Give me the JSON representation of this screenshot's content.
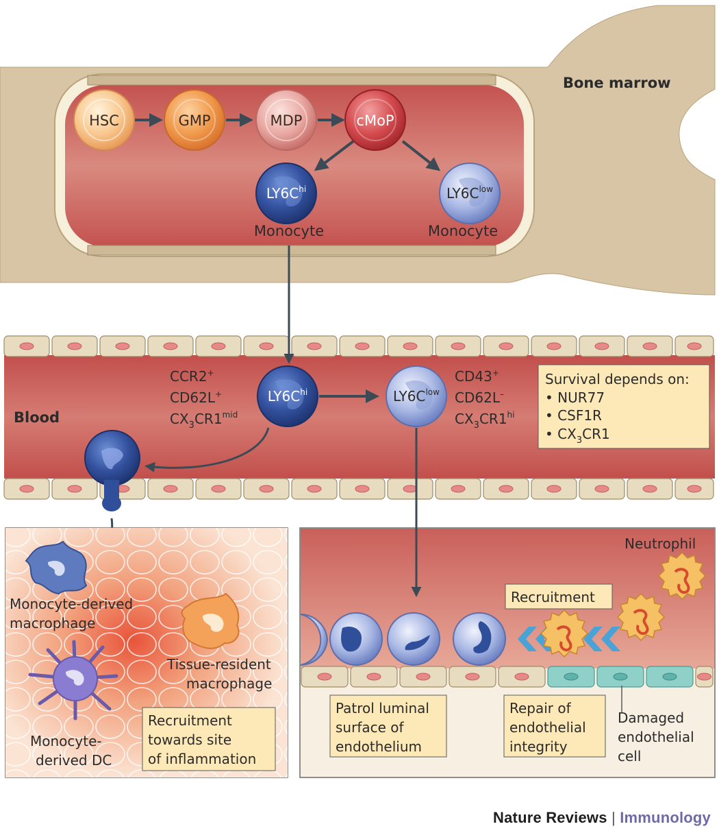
{
  "labels": {
    "bone_marrow": "Bone marrow",
    "blood": "Blood",
    "hsc": "HSC",
    "gmp": "GMP",
    "mdp": "MDP",
    "cmop": "cMoP",
    "ly6c": "LY6C",
    "hi": "hi",
    "low": "low",
    "monocyte": "Monocyte",
    "ccr2": "CCR2",
    "cd62l": "CD62L",
    "cx3cr1_a": "CX",
    "cx3cr1_b": "3",
    "cx3cr1_c": "CR1",
    "mid": "mid",
    "plus": "+",
    "minus": "–",
    "cd43": "CD43",
    "survival_title": "Survival depends on:",
    "nur77": "• NUR77",
    "csf1r": "• CSF1R",
    "cx3cr1_bullet": "• CX",
    "neutrophil": "Neutrophil",
    "recruitment": "Recruitment",
    "mono_derived_mac_1": "Monocyte-derived",
    "mono_derived_mac_2": "macrophage",
    "tissue_resident_1": "Tissue-resident",
    "tissue_resident_2": "macrophage",
    "mono_dc_1": "Monocyte-",
    "mono_dc_2": "derived DC",
    "recruit_site_1": "Recruitment",
    "recruit_site_2": "towards site",
    "recruit_site_3": "of inflammation",
    "patrol_1": "Patrol luminal",
    "patrol_2": "surface of",
    "patrol_3": "endothelium",
    "repair_1": "Repair of",
    "repair_2": "endothelial",
    "repair_3": "integrity",
    "damaged_1": "Damaged",
    "damaged_2": "endothelial",
    "damaged_3": "cell"
  },
  "footer": {
    "journal": "Nature Reviews",
    "separator": " | ",
    "section": "Immunology"
  },
  "colors": {
    "bone": "#d7c5a5",
    "vessel": "#c95a55",
    "endothelium": "#e8dcc0",
    "box": "#fde8b8",
    "arrow": "#3b4a55",
    "monocyte_hi": "#2f4f9a",
    "monocyte_low": "#8a9fd6",
    "neutrophil": "#f2b84a",
    "damaged_cell": "#7cc7c2"
  }
}
